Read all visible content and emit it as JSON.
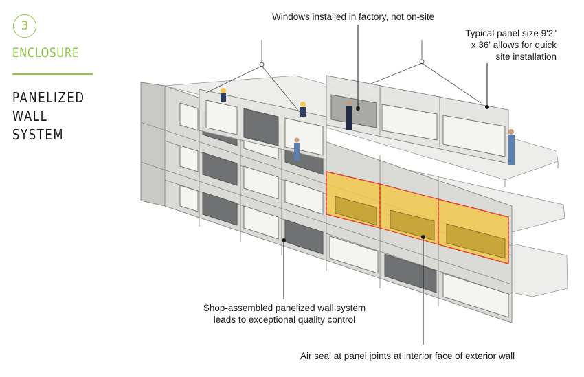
{
  "sidebar": {
    "step_number": "3",
    "section_title": "ENCLOSURE",
    "topic_lines": [
      "PANELIZED",
      "WALL",
      "SYSTEM"
    ]
  },
  "callouts": {
    "windows": "Windows installed in factory, not on-site",
    "panel_size": [
      "Typical panel size 9'2\"",
      "x 36' allows for quick",
      "site installation"
    ],
    "shop_assembled": [
      "Shop-assembled panelized wall system",
      "leads to exceptional quality control"
    ],
    "air_seal": "Air seal at panel joints at interior face of exterior wall"
  },
  "colors": {
    "accent_green": "#8dc63f",
    "highlight_yellow": "#f2c94c",
    "air_seal_red": "#e0403a",
    "panel_gray": "#d9dad6",
    "window_dark": "#6f7172",
    "text": "#1a1a1a"
  }
}
